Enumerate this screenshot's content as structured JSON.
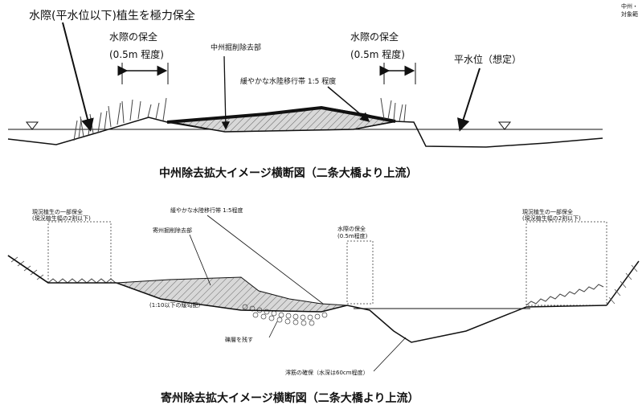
{
  "corner_note": [
    "中州・",
    "対象範"
  ],
  "top_diagram": {
    "label_waterline_veg": "水際(平水位以下)植生を極力保全",
    "label_margin_left": [
      "水際の保全",
      "(0.5m 程度)"
    ],
    "label_margin_right": [
      "水際の保全",
      "(0.5m 程度)"
    ],
    "label_cut": "中州掘削除去部",
    "label_slope": "緩やかな水陸移行帯 1:5 程度",
    "label_water_level": "平水位（想定）",
    "caption": "中州除去拡大イメージ横断図（二条大橋より上流）"
  },
  "bottom_diagram": {
    "label_veg_left": [
      "現況植生の一部保全",
      "(現況植生幅の2割以下)"
    ],
    "label_veg_right": [
      "現況植生の一部保全",
      "(現況植生幅の2割以下)"
    ],
    "label_slope": "緩やかな水陸移行帯 1:5程度",
    "label_cut": "寄州掘削除去部",
    "label_margin": [
      "水際の保全",
      "(0.5m程度)"
    ],
    "label_gentle": "(1:10以下の緩勾配)",
    "label_gravel": "礫層を残す",
    "label_deep": "澪筋の確保（水深は60cm程度）",
    "caption": "寄州除去拡大イメージ横断図（二条大橋より上流）"
  }
}
